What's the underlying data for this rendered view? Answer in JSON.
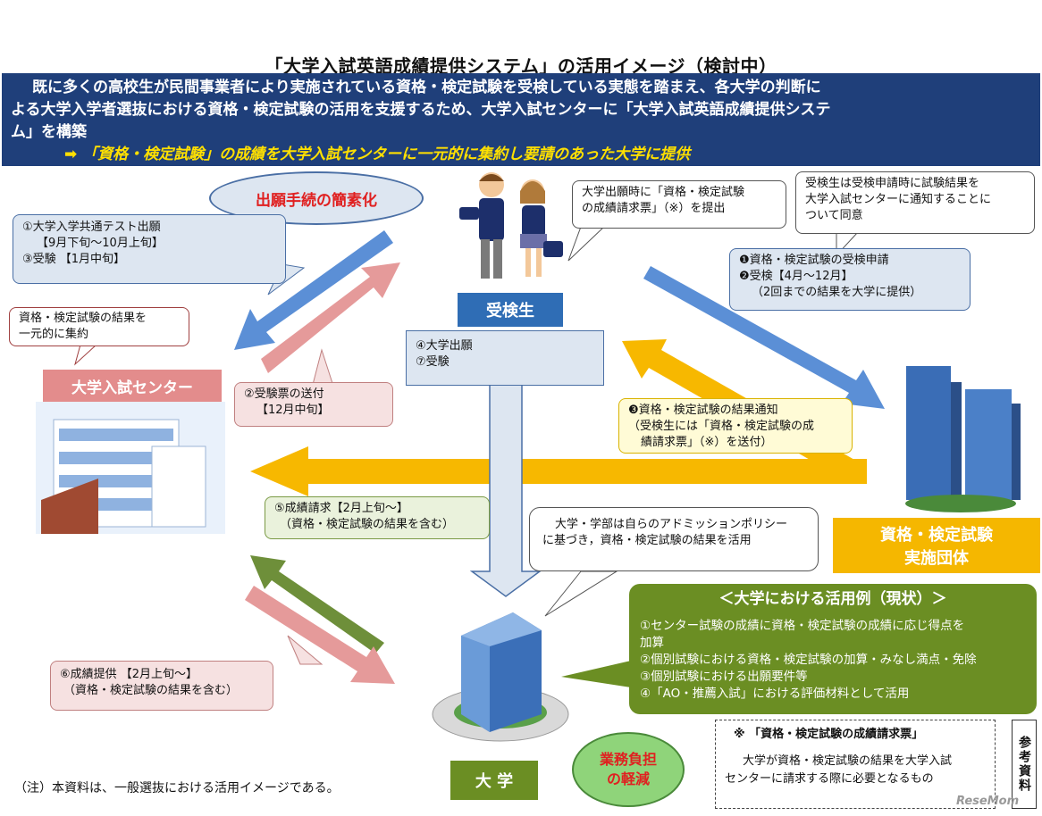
{
  "title": "「大学入試英語成績提供システム」の活用イメージ（検討中）",
  "banner": {
    "line1": "既に多くの高校生が民間事業者により実施されている資格・検定試験を受検している実態を踏まえ、各大学の判断に",
    "line2": "よる大学入学者選抜における資格・検定試験の活用を支援するため、大学入試センターに「大学入試英語成績提供システ",
    "line3": "ム」を構築",
    "line4": "➡ 「資格・検定試験」の成績を大学入試センターに一元的に集約し要請のあった大学に提供"
  },
  "ellipse_simplify": "出願手続の簡素化",
  "ellipse_reduce": [
    "業務負担",
    "の軽減"
  ],
  "students_label": "受検生",
  "center_label": "大学入試センター",
  "org_label": [
    "資格・検定試験",
    "実施団体"
  ],
  "univ_label": "大 学",
  "callout_center_collect": [
    "資格・検定試験の結果を",
    "一元的に集約"
  ],
  "callout_common_test": [
    "①大学入学共通テスト出願",
    "【9月下旬～10月上旬】",
    "③受験 【1月中旬】"
  ],
  "callout_ticket": [
    "②受験票の送付",
    "【12月中旬】"
  ],
  "callout_request_doc": [
    "大学出願時に「資格・検定試験",
    "の成績請求票」（※）を提出"
  ],
  "callout_consent": [
    "受検生は受検申請時に試験結果を",
    "大学入試センターに通知することに",
    "ついて同意"
  ],
  "callout_apply": [
    "❶資格・検定試験の受検申請",
    "❷受検【4月～12月】",
    "（2回までの結果を大学に提供）"
  ],
  "callout_univ_apply": [
    "④大学出願",
    "⑦受験"
  ],
  "callout_result_notice": [
    "❸資格・検定試験の結果通知",
    "（受検生には「資格・検定試験の成",
    "績請求票」（※）を送付）"
  ],
  "callout_score_request": [
    "⑤成績請求【2月上旬～】",
    "（資格・検定試験の結果を含む）"
  ],
  "callout_admission_policy": [
    "大学・学部は自らのアドミッションポリシー",
    "に基づき，資格・検定試験の結果を活用"
  ],
  "callout_score_provide": [
    "⑥成績提供 【2月上旬～】",
    "（資格・検定試験の結果を含む）"
  ],
  "usage_examples": {
    "heading": "＜大学における活用例（現状）＞",
    "items": [
      "①センター試験の成績に資格・検定試験の成績に応じ得点を",
      "加算",
      "②個別試験における資格・検定試験の加算・みなし満点・免除",
      "③個別試験における出願要件等",
      "④「AO・推薦入試」における評価材料として活用"
    ]
  },
  "footnote_box": {
    "heading": "※ 「資格・検定試験の成績請求票」",
    "body": [
      "大学が資格・検定試験の結果を大学入試",
      "センターに請求する際に必要となるもの"
    ]
  },
  "note": "（注）本資料は、一般選抜における活用イメージである。",
  "side_label": "参考資料",
  "watermark": "ReseMom",
  "colors": {
    "navy": "#1f3f7a",
    "blue_arrow": "#5b8fd6",
    "pink_arrow": "#e59a9a",
    "yellow_arrow": "#f7b800",
    "green_arrow": "#6e8f3a",
    "label_blue": "#2f6db5",
    "label_pink": "#e38c8c",
    "label_yellow": "#f5b700",
    "label_green": "#6b8e23"
  }
}
